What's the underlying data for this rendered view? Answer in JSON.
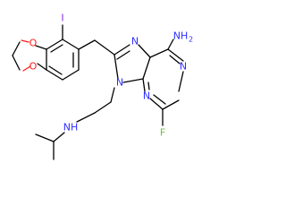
{
  "molecule": {
    "atoms": {
      "iodine": {
        "symbol": "I",
        "color": "#8a2be2"
      },
      "oxygen_top": {
        "symbol": "O",
        "color": "#ff1a1a"
      },
      "oxygen_bottom": {
        "symbol": "O",
        "color": "#ff1a1a"
      },
      "n7": {
        "symbol": "N",
        "color": "#2e2eff"
      },
      "n9": {
        "symbol": "N",
        "color": "#2e2eff"
      },
      "n1": {
        "symbol": "N",
        "color": "#2e2eff"
      },
      "n3": {
        "symbol": "N",
        "color": "#2e2eff"
      },
      "amine_nh2": {
        "symbol": "NH",
        "subscript": "2",
        "color": "#2e2eff"
      },
      "amine_nh": {
        "symbol": "NH",
        "color": "#2e2eff"
      },
      "fluorine": {
        "symbol": "F",
        "color": "#6fc23b"
      }
    }
  }
}
